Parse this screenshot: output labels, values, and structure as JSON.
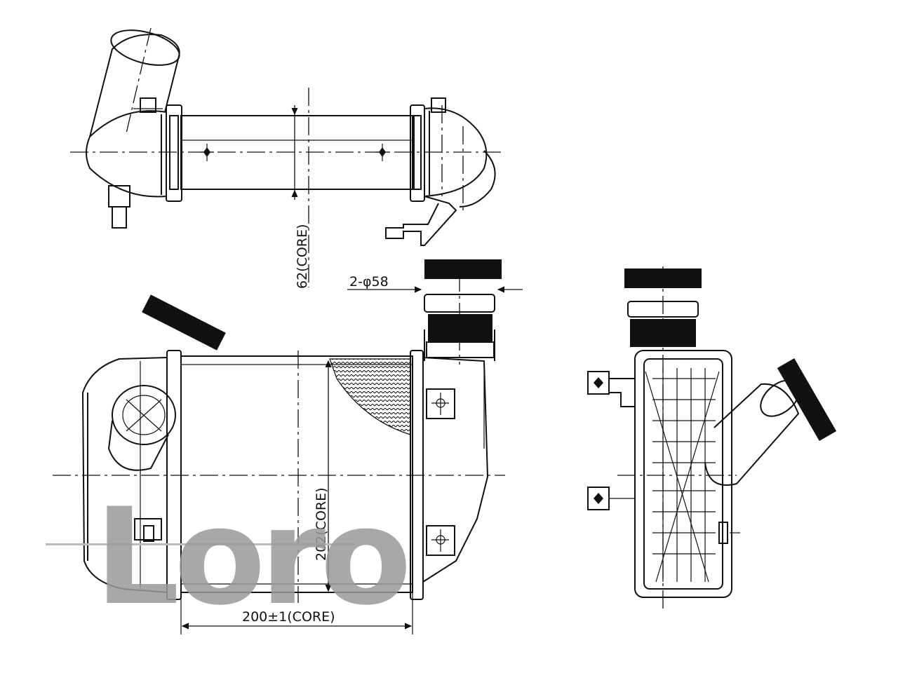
{
  "dimensions": {
    "top_core_depth": "62(CORE)",
    "pipe_diameter": "2-φ58",
    "core_height": "202(CORE)",
    "core_width": "200±1(CORE)"
  },
  "watermark": {
    "text": "Loro"
  },
  "colors": {
    "line": "#111111",
    "watermark": "#9a9a9a",
    "background": "#ffffff"
  }
}
